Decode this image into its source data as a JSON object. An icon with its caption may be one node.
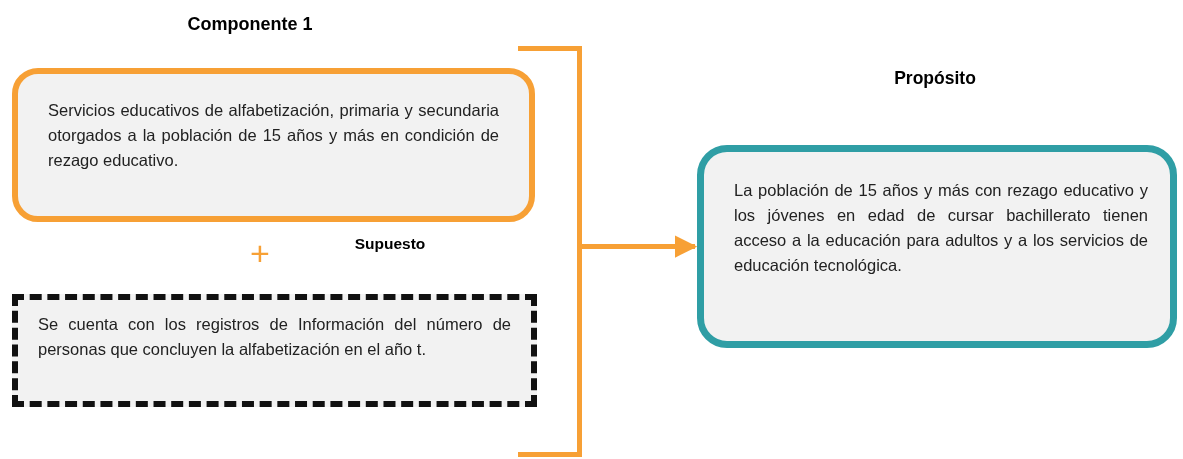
{
  "diagram": {
    "nodes": [
      {
        "text": [
          "Componente 1",
          "Servicios educativos de alfabetización, primaria y secundaria otorgados a la población de 15 años y más en condición de rezago educativo."
        ]
      },
      {
        "text": [
          "Supuesto",
          "Se cuenta con los registros de Información del número de personas que concluyen la alfabetización en el año t."
        ]
      },
      {
        "text": [
          "Propósito",
          "La población de 15 años y más con rezago educativo y los jóvenes en edad de cursar bachillerato tienen acceso a la educación para adultos y a los servicios de educación tecnológica."
        ]
      },
      {
        "text": [],
        "shape": "bracket"
      }
    ],
    "edges": [
      {
        "from": 3,
        "to": 2,
        "arrow": "to"
      }
    ],
    "labels": [
      "+"
    ]
  }
}
